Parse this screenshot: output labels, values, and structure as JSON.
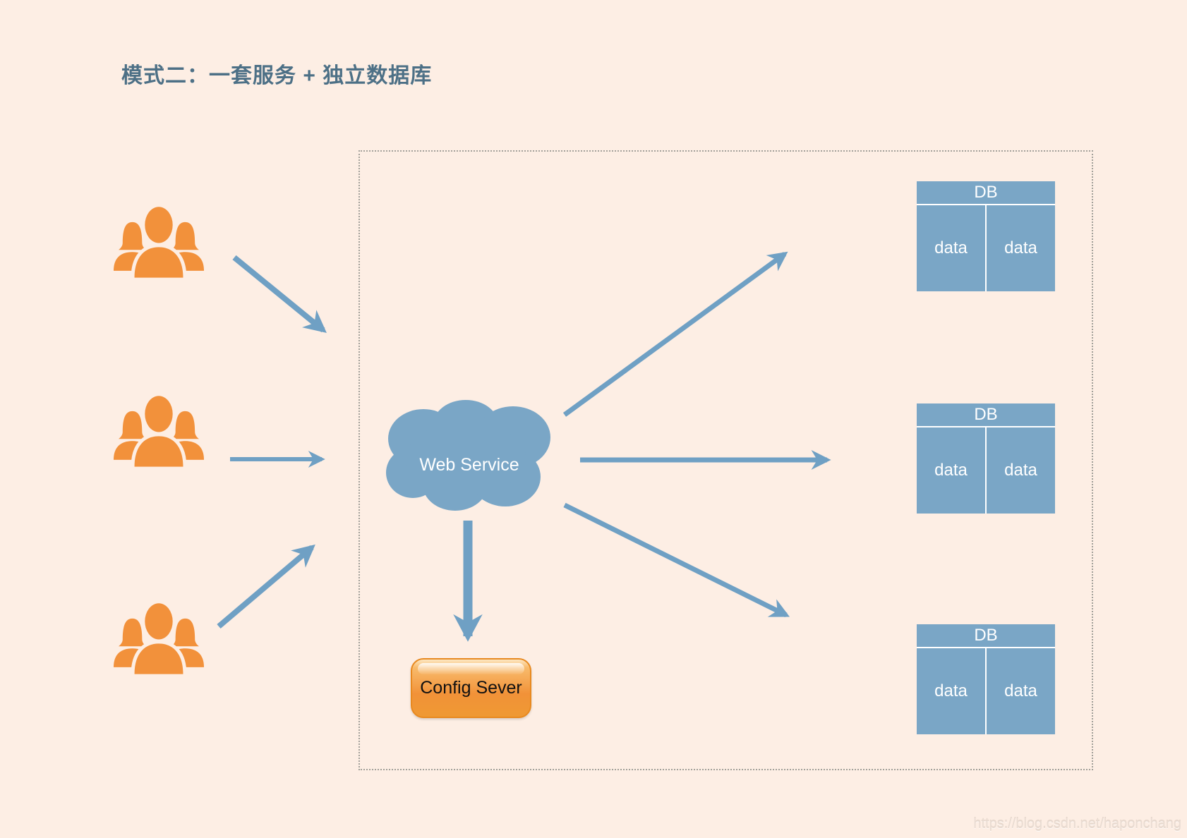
{
  "title": "模式二：一套服务 + 独立数据库",
  "cloud": {
    "label": "Web Service"
  },
  "config_server": {
    "label": "Config Sever"
  },
  "db_tables": [
    {
      "header": "DB",
      "cells": [
        "data",
        "data"
      ]
    },
    {
      "header": "DB",
      "cells": [
        "data",
        "data"
      ]
    },
    {
      "header": "DB",
      "cells": [
        "data",
        "data"
      ]
    }
  ],
  "user_groups": [
    {
      "icon": "users-icon"
    },
    {
      "icon": "users-icon"
    },
    {
      "icon": "users-icon"
    }
  ],
  "watermark": "https://blog.csdn.net/haponchang",
  "colors": {
    "background": "#fdeee4",
    "orange": "#f2913b",
    "blue": "#7aa6c6",
    "arrow_blue": "#6fa0c4",
    "title_text": "#4d7086",
    "dashed_border": "#a3a19a"
  }
}
